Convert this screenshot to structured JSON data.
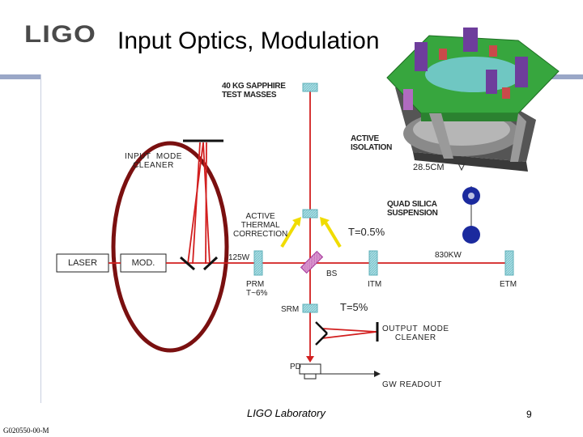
{
  "header": {
    "logo": "LIGO",
    "title": "Input Optics, Modulation"
  },
  "diagram": {
    "labels": {
      "test_masses": "40 KG SAPPHIRE\nTEST MASSES",
      "input_mode_cleaner": "INPUT  MODE\nCLEANER",
      "active_isolation": "ACTIVE\nISOLATION",
      "dimension": "28.5CM",
      "quad_suspension": "QUAD SILICA\nSUSPENSION",
      "thermal_correction": "ACTIVE\nTHERMAL\nCORRECTION",
      "transmission_itm": "T=0.5%",
      "power_recycled": "830KW",
      "laser": "LASER",
      "mod": "MOD.",
      "laser_power": "125W",
      "bs": "BS",
      "itm": "ITM",
      "etm": "ETM",
      "prm": "PRM\nT~6%",
      "srm": "SRM",
      "transmission_srm": "T=5%",
      "output_mode_cleaner": "OUTPUT  MODE\nCLEANER",
      "pd": "PD",
      "gw_readout": "GW  READOUT"
    }
  },
  "footer": {
    "lab": "LIGO Laboratory",
    "page": "9",
    "doc_id": "G020550-00-M"
  },
  "colors": {
    "beam": "#d21f1f",
    "optic": "#8fd0d8",
    "ellipse": "#7a1010",
    "arrow": "#f0dc00",
    "bs": "#c64bb3",
    "isolation_green": "#33a83a",
    "isolation_purple": "#6e3d9c",
    "suspension_blue": "#1b2a9e"
  }
}
